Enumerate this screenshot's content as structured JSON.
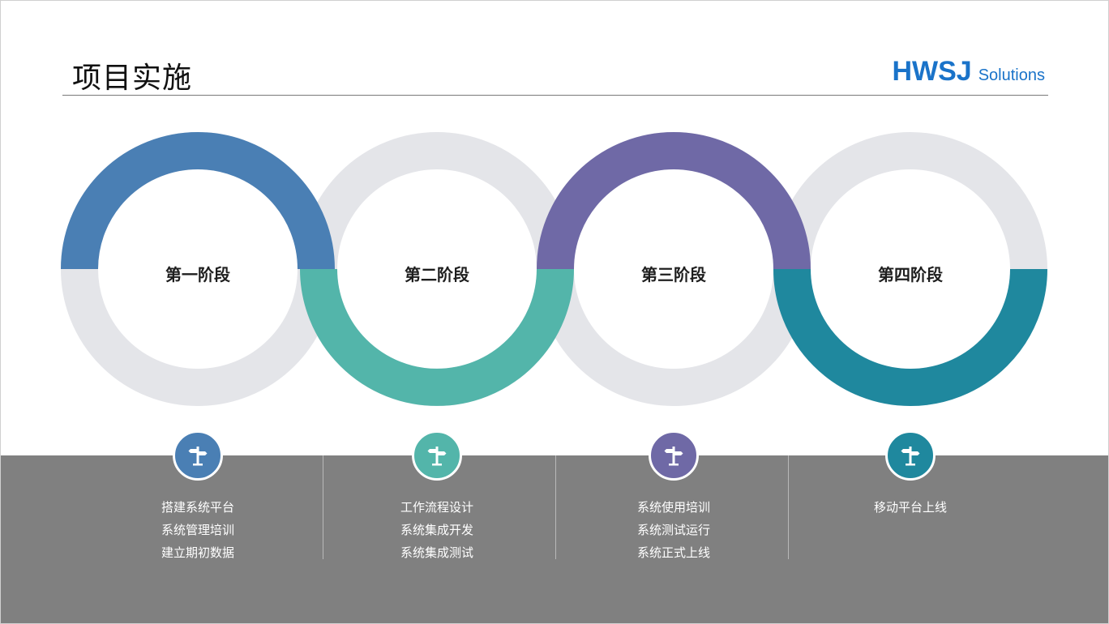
{
  "page": {
    "title": "项目实施",
    "logo": {
      "main": "HWSJ",
      "sub": "Solutions",
      "color": "#1a73c9"
    }
  },
  "ring_colors": {
    "track": "#e4e5e9",
    "footer": "#808080"
  },
  "stages": [
    {
      "label": "第一阶段",
      "color": "#4a7fb4",
      "arc": "top",
      "icon": "signpost-icon",
      "tasks": [
        "搭建系统平台",
        "系统管理培训",
        "建立期初数据"
      ]
    },
    {
      "label": "第二阶段",
      "color": "#53b5aa",
      "arc": "bottom",
      "icon": "signpost-icon",
      "tasks": [
        "工作流程设计",
        "系统集成开发",
        "系统集成测试"
      ]
    },
    {
      "label": "第三阶段",
      "color": "#6f69a6",
      "arc": "top",
      "icon": "signpost-icon",
      "tasks": [
        "系统使用培训",
        "系统测试运行",
        "系统正式上线"
      ]
    },
    {
      "label": "第四阶段",
      "color": "#1f889e",
      "arc": "bottom",
      "icon": "signpost-icon",
      "tasks": [
        "移动平台上线"
      ]
    }
  ]
}
